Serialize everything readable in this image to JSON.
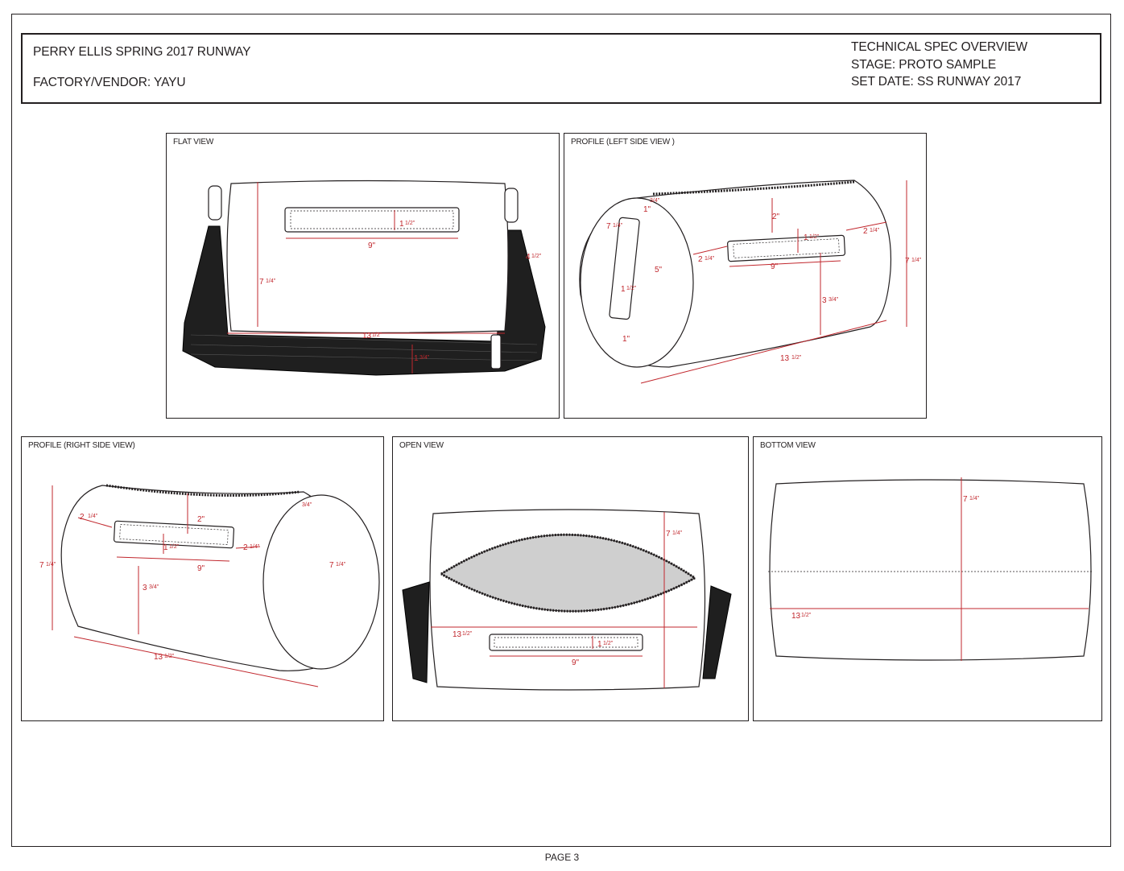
{
  "header": {
    "collection": "PERRY ELLIS SPRING 2017 RUNWAY",
    "vendor": "FACTORY/VENDOR: YAYU",
    "doc_title": "TECHNICAL SPEC OVERVIEW",
    "stage": "STAGE: PROTO SAMPLE",
    "set_date": "SET DATE: SS RUNWAY 2017"
  },
  "panels": {
    "flat": {
      "title": "FLAT VIEW",
      "dims": {
        "height": "7",
        "height_frac": "1/4\"",
        "handle_h": "1",
        "handle_h_frac": "1/2\"",
        "handle_w": "9\"",
        "width": "13",
        "width_frac": "1/2\"",
        "strap": "1",
        "strap_frac": "3/4\"",
        "ring": "4",
        "ring_frac": "1/2\""
      }
    },
    "left": {
      "title": "PROFILE (LEFT SIDE VIEW )",
      "dims": {
        "tab": "3/4\"",
        "top_gap": "1\"",
        "end_dia": "7",
        "end_dia_frac": "1/4\"",
        "end_handle": "5\"",
        "end_handle_w": "1",
        "end_handle_w_frac": "1/2\"",
        "bottom_gap": "1\"",
        "zip_gap": "2\"",
        "left_gap": "2",
        "left_gap_frac": "1/4\"",
        "handle_h": "1",
        "handle_h_frac": "1/2\"",
        "right_gap": "2",
        "right_gap_frac": "1/4\"",
        "handle_w": "9\"",
        "handle_drop": "3",
        "handle_drop_frac": "3/4\"",
        "height": "7",
        "height_frac": "1/4\"",
        "length": "13",
        "length_frac": "1/2\""
      }
    },
    "right": {
      "title": "PROFILE (RIGHT SIDE VIEW)",
      "dims": {
        "left_gap": "2",
        "left_gap_frac": "1/4\"",
        "zip_gap": "2\"",
        "handle_h": "1",
        "handle_h_frac": "1/2\"",
        "right_gap": "2",
        "right_gap_frac": "1/4\"",
        "handle_w": "9\"",
        "height": "7",
        "height_frac": "1/4\"",
        "handle_drop": "3",
        "handle_drop_frac": "3/4\"",
        "tab": "3/4\"",
        "end_dia": "7",
        "end_dia_frac": "1/4\"",
        "length": "13",
        "length_frac": "1/2\""
      }
    },
    "open": {
      "title": "OPEN VIEW",
      "dims": {
        "height": "7",
        "height_frac": "1/4\"",
        "width": "13",
        "width_frac": "1/2\"",
        "handle_h": "1",
        "handle_h_frac": "1/2\"",
        "handle_w": "9\""
      }
    },
    "bottom": {
      "title": "BOTTOM VIEW",
      "dims": {
        "height": "7",
        "height_frac": "1/4\"",
        "width": "13",
        "width_frac": "1/2\""
      }
    }
  },
  "footer": {
    "page": "PAGE 3"
  }
}
